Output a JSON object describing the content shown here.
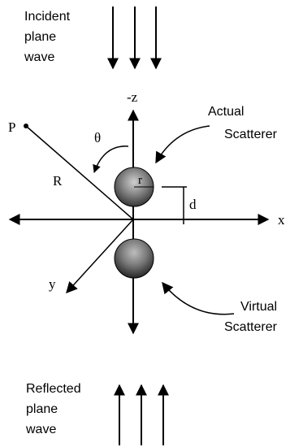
{
  "incident_label": [
    "Incident",
    "plane",
    "wave"
  ],
  "reflected_label": [
    "Reflected",
    "plane",
    "wave"
  ],
  "actual_label": [
    "Actual",
    "Scatterer"
  ],
  "virtual_label": [
    "Virtual",
    "Scatterer"
  ],
  "axis_labels": {
    "neg_z": "-z",
    "x": "x",
    "y": "y"
  },
  "symbols": {
    "point": "P",
    "range": "R",
    "angle": "θ",
    "radius": "r",
    "distance": "d"
  },
  "colors": {
    "ink": "#000000",
    "background": "#ffffff"
  }
}
